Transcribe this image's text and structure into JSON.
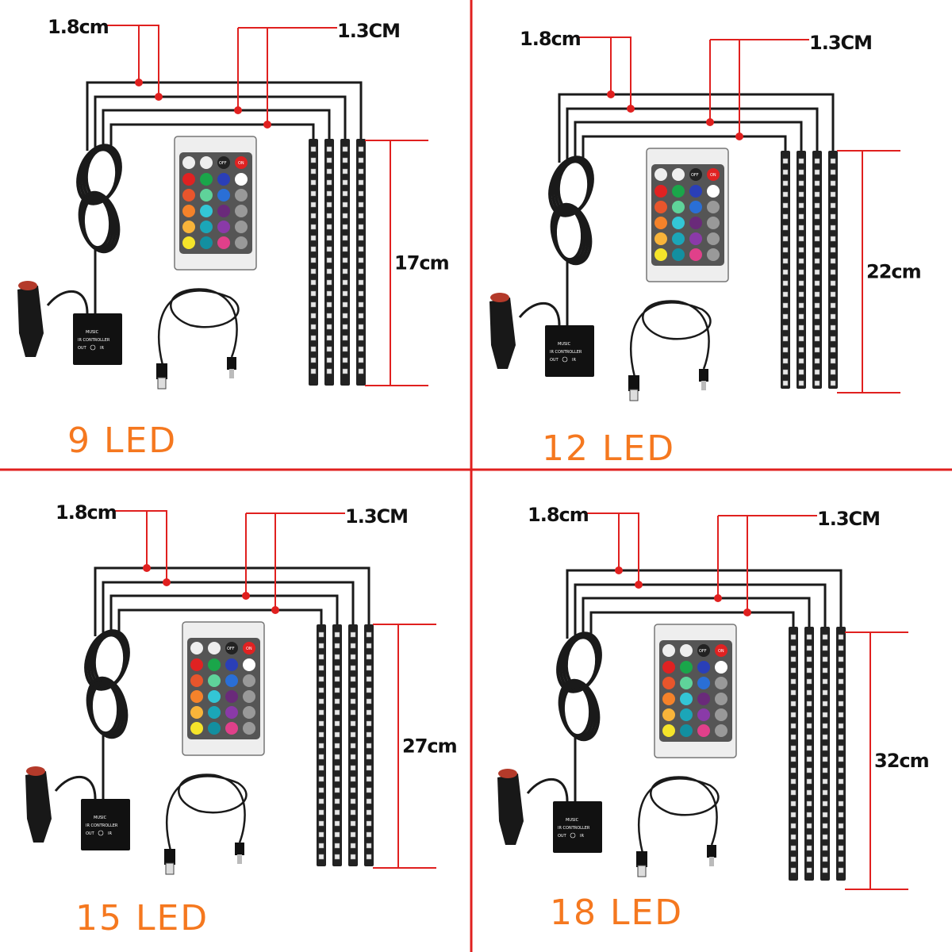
{
  "colors": {
    "divider": "#e0201f",
    "measure": "#e0201f",
    "led_label": "#f5781f",
    "wire": "#1a1a1a"
  },
  "common": {
    "width_label_1": "1.8cm",
    "width_label_2": "1.3CM",
    "controller_text_1": "MUSIC",
    "controller_text_2": "IR CONTROLLER",
    "controller_out": "OUT",
    "controller_ir": "IR",
    "remote_off": "OFF",
    "remote_on": "ON"
  },
  "panels": [
    {
      "led_label": "9 LED",
      "length_label": "17cm"
    },
    {
      "led_label": "12 LED",
      "length_label": "22cm"
    },
    {
      "led_label": "15 LED",
      "length_label": "27cm"
    },
    {
      "led_label": "18 LED",
      "length_label": "32cm"
    }
  ],
  "remote_colors": [
    [
      "#e02222",
      "#1aa64a",
      "#2a3fb8"
    ],
    [
      "#e8552c",
      "#5fd39a",
      "#2a6fd6"
    ],
    [
      "#f5822a",
      "#33c6d6",
      "#6a2a7a"
    ],
    [
      "#f8b43a",
      "#1ba6b8",
      "#8a3aa8"
    ],
    [
      "#f5e42a",
      "#138fa0",
      "#e0408a"
    ]
  ]
}
